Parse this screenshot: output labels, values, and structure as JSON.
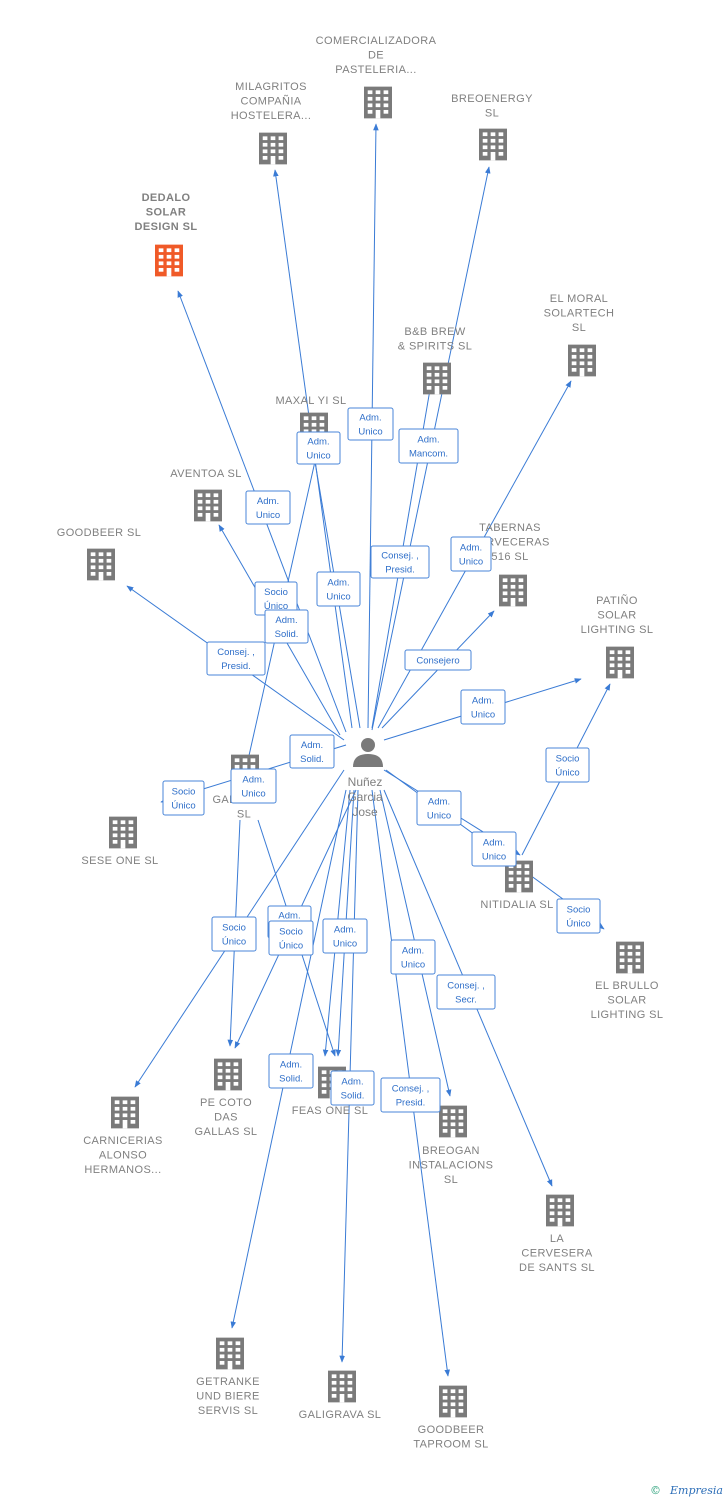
{
  "person": {
    "name_lines": [
      "Nuñez",
      "Garcia",
      "Jose"
    ],
    "icon": "person-icon"
  },
  "colors": {
    "edge": "#3a7bd5",
    "company": "#7a7a7a",
    "highlight": "#f05a28",
    "role_text": "#2f6fc9"
  },
  "companies": [
    {
      "id": "comercializadora",
      "lines": [
        "COMERCIALIZADORA",
        "DE",
        "PASTELERIA..."
      ]
    },
    {
      "id": "milagritos",
      "lines": [
        "MILAGRITOS",
        "COMPAÑIA",
        "HOSTELERA..."
      ]
    },
    {
      "id": "breoenergy",
      "lines": [
        "BREOENERGY",
        "SL"
      ]
    },
    {
      "id": "dedalo",
      "lines": [
        "DEDALO",
        "SOLAR",
        "DESIGN  SL"
      ],
      "highlight": true
    },
    {
      "id": "el-moral",
      "lines": [
        "EL MORAL",
        "SOLARTECH",
        "SL"
      ]
    },
    {
      "id": "bb-brew",
      "lines": [
        "B&B BREW",
        "& SPIRITS  SL"
      ]
    },
    {
      "id": "maxal-yi",
      "lines": [
        "MAXAL YI  SL"
      ]
    },
    {
      "id": "aventoa",
      "lines": [
        "AVENTOA SL"
      ]
    },
    {
      "id": "goodbeer",
      "lines": [
        "GOODBEER SL"
      ]
    },
    {
      "id": "tabernas",
      "lines": [
        "TABERNAS",
        "CERVECERAS",
        "516  SL"
      ]
    },
    {
      "id": "patino",
      "lines": [
        "PATIÑO",
        "SOLAR",
        "LIGHTING  SL"
      ]
    },
    {
      "id": "gallegos",
      "lines": [
        "GALLEGOS",
        "SL"
      ]
    },
    {
      "id": "sese-one",
      "lines": [
        "SESE ONE  SL"
      ]
    },
    {
      "id": "nitidalia",
      "lines": [
        "NITIDALIA  SL"
      ]
    },
    {
      "id": "el-brullo",
      "lines": [
        "EL BRULLO",
        "SOLAR",
        "LIGHTING  SL"
      ]
    },
    {
      "id": "pe-coto",
      "lines": [
        "PE COTO",
        "DAS",
        "GALLAS  SL"
      ]
    },
    {
      "id": "feas-one",
      "lines": [
        "FEAS ONE  SL"
      ]
    },
    {
      "id": "carnicerias",
      "lines": [
        "CARNICERIAS",
        "ALONSO",
        "HERMANOS..."
      ]
    },
    {
      "id": "breogan",
      "lines": [
        "BREOGAN",
        "INSTALACIONS",
        "SL"
      ]
    },
    {
      "id": "la-cervesera",
      "lines": [
        "LA",
        "CERVESERA",
        "DE SANTS  SL"
      ]
    },
    {
      "id": "getranke",
      "lines": [
        "GETRANKE",
        "UND BIERE",
        "SERVIS SL"
      ]
    },
    {
      "id": "galigrava",
      "lines": [
        "GALIGRAVA  SL"
      ]
    },
    {
      "id": "goodbeer-taproom",
      "lines": [
        "GOODBEER",
        "TAPROOM  SL"
      ]
    }
  ],
  "roles": [
    {
      "lines": [
        "Adm.",
        "Unico"
      ]
    },
    {
      "lines": [
        "Adm.",
        "Unico"
      ]
    },
    {
      "lines": [
        "Adm.",
        "Mancom."
      ]
    },
    {
      "lines": [
        "Adm.",
        "Unico"
      ]
    },
    {
      "lines": [
        "Adm.",
        "Unico"
      ]
    },
    {
      "lines": [
        "Consej. ,",
        "Presid."
      ]
    },
    {
      "lines": [
        "Adm.",
        "Unico"
      ]
    },
    {
      "lines": [
        "Socio",
        "Único"
      ]
    },
    {
      "lines": [
        "Adm.",
        "Solid."
      ]
    },
    {
      "lines": [
        "Consej. ,",
        "Presid."
      ]
    },
    {
      "lines": [
        "Consejero"
      ]
    },
    {
      "lines": [
        "Adm.",
        "Unico"
      ]
    },
    {
      "lines": [
        "Adm.",
        "Solid."
      ]
    },
    {
      "lines": [
        "Socio",
        "Único"
      ]
    },
    {
      "lines": [
        "Adm.",
        "Unico"
      ]
    },
    {
      "lines": [
        "Socio",
        "Único"
      ]
    },
    {
      "lines": [
        "Adm.",
        "Unico"
      ]
    },
    {
      "lines": [
        "Adm.",
        "Unico"
      ]
    },
    {
      "lines": [
        "Socio",
        "Único"
      ]
    },
    {
      "lines": [
        "Socio",
        "Único"
      ]
    },
    {
      "lines": [
        "Adm.",
        "Solid."
      ]
    },
    {
      "lines": [
        "Socio",
        "Único"
      ]
    },
    {
      "lines": [
        "Adm.",
        "Unico"
      ]
    },
    {
      "lines": [
        "Adm.",
        "Unico"
      ]
    },
    {
      "lines": [
        "Consej. ,",
        "Secr."
      ]
    },
    {
      "lines": [
        "Adm.",
        "Solid."
      ]
    },
    {
      "lines": [
        "Adm.",
        "Solid."
      ]
    },
    {
      "lines": [
        "Consej. ,",
        "Presid."
      ]
    }
  ],
  "footer": {
    "copyright": "©",
    "brand": "Empresia"
  }
}
